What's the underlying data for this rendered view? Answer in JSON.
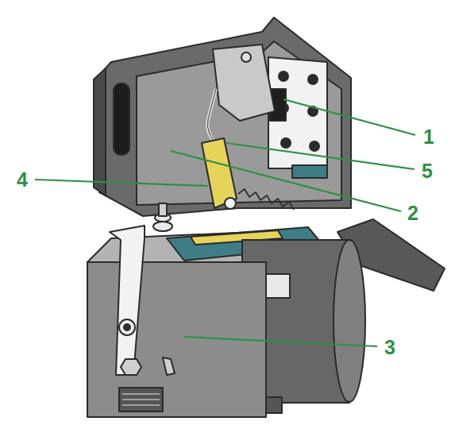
{
  "diagram": {
    "labels": [
      "1",
      "5",
      "4",
      "2",
      "3"
    ]
  }
}
